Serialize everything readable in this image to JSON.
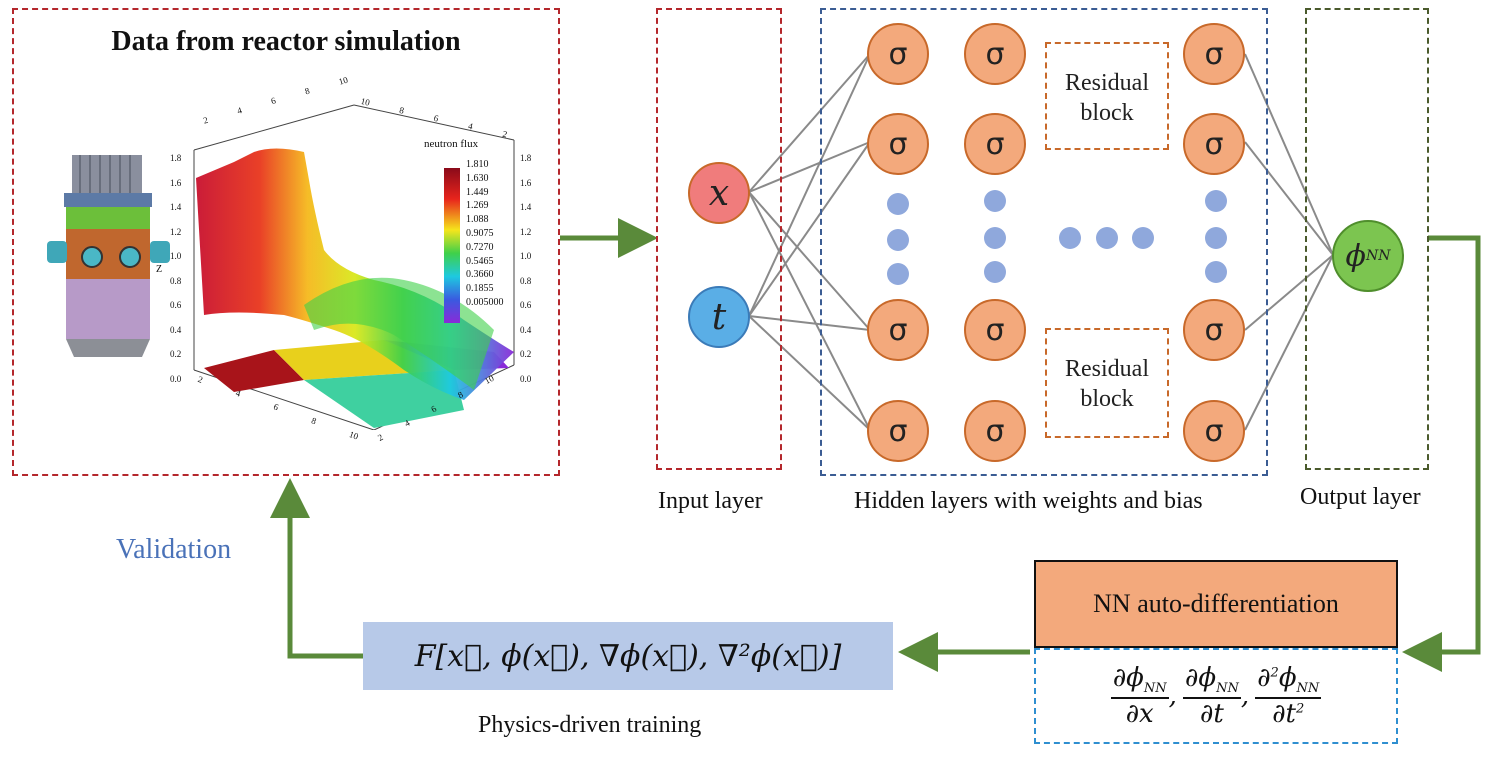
{
  "simulation_panel": {
    "title": "Data from reactor simulation",
    "colorbar_title": "neutron flux",
    "colorbar_ticks": [
      "1.810",
      "1.630",
      "1.449",
      "1.269",
      "1.088",
      "0.9075",
      "0.7270",
      "0.5465",
      "0.3660",
      "0.1855",
      "0.005000"
    ],
    "z_axis_label": "Z",
    "z_ticks": [
      "1.8",
      "1.6",
      "1.4",
      "1.2",
      "1.0",
      "0.8",
      "0.6",
      "0.4",
      "0.2",
      "0.0"
    ],
    "right_ticks": [
      "1.8",
      "1.6",
      "1.4",
      "1.2",
      "1.0",
      "0.8",
      "0.6",
      "0.4",
      "0.2",
      "0.0"
    ],
    "top_ticks": [
      "2",
      "4",
      "6",
      "8",
      "10"
    ],
    "right_top_ticks": [
      "10",
      "8",
      "6",
      "4",
      "2"
    ],
    "bottom_ticks": [
      "2",
      "4",
      "6",
      "8",
      "10"
    ],
    "bottom_right_ticks": [
      "2",
      "4",
      "6",
      "8",
      "10"
    ]
  },
  "input_layer": {
    "label": "Input layer",
    "nodes": [
      "x",
      "t"
    ]
  },
  "hidden_layers": {
    "label": "Hidden layers with weights and bias",
    "activation": "σ",
    "residual_block_line1": "Residual",
    "residual_block_line2": "block"
  },
  "output_layer": {
    "label": "Output layer",
    "node_symbol": "ϕ",
    "node_subscript": "NN"
  },
  "autodiff": {
    "label": "NN auto-differentiation"
  },
  "physics": {
    "formula": "F[x⃗, ϕ(x⃗), ∇ϕ(x⃗), ∇²ϕ(x⃗)]",
    "label": "Physics-driven training"
  },
  "validation": {
    "label": "Validation"
  },
  "colors": {
    "arrow_green": "#5a8a3a",
    "node_orange": "#f3a97c",
    "node_red": "#f07c7c",
    "node_blue": "#5aaee6",
    "node_green": "#7cc550",
    "validation_text": "#4a72b8",
    "formula_bg": "#b7c9e8",
    "autodiff_bg": "#f3a97c"
  }
}
